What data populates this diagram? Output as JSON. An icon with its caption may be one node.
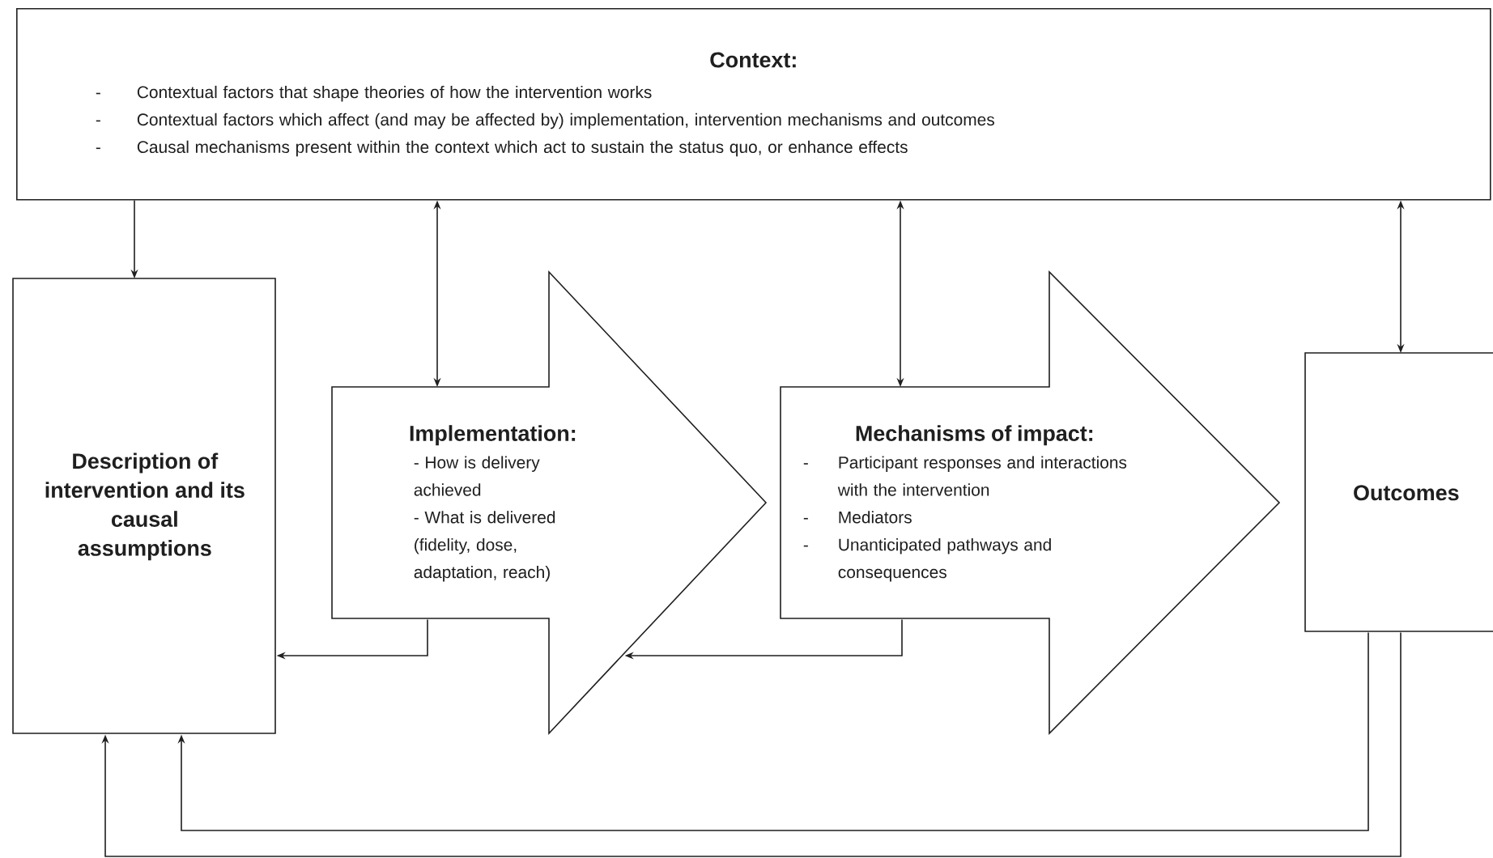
{
  "diagram": {
    "nodes": [
      {
        "text": [
          "Context:",
          "-",
          "Contextual factors that shape theories of how the intervention works",
          "-",
          "Contextual factors which affect (and may be affected by) implementation, intervention mechanisms and outcomes",
          "-",
          "Causal mechanisms present within the context which act to sustain the status quo, or enhance effects"
        ]
      },
      {
        "text": [
          "Description of intervention and its causal assumptions"
        ]
      },
      {
        "text": [
          "Implementation:",
          "- How is delivery achieved",
          "- What is delivered (fidelity, dose, adaptation, reach)"
        ]
      },
      {
        "text": [
          "Mechanisms of impact:",
          "-",
          "Participant responses and interactions with the intervention",
          "-",
          "Mediators",
          "-",
          "Unanticipated pathways and consequences"
        ]
      },
      {
        "text": [
          "Outcomes"
        ]
      }
    ],
    "edges": [
      {
        "from": 0,
        "to": 1,
        "arrow": "to"
      },
      {
        "from": 0,
        "to": 2,
        "arrow": "both"
      },
      {
        "from": 0,
        "to": 3,
        "arrow": "both"
      },
      {
        "from": 0,
        "to": 4,
        "arrow": "both"
      },
      {
        "from": 2,
        "to": 1,
        "arrow": "to"
      },
      {
        "from": 3,
        "to": 2,
        "arrow": "to"
      },
      {
        "from": 4,
        "to": 1,
        "arrow": "to"
      },
      {
        "from": 4,
        "to": 1,
        "arrow": "to"
      }
    ]
  }
}
